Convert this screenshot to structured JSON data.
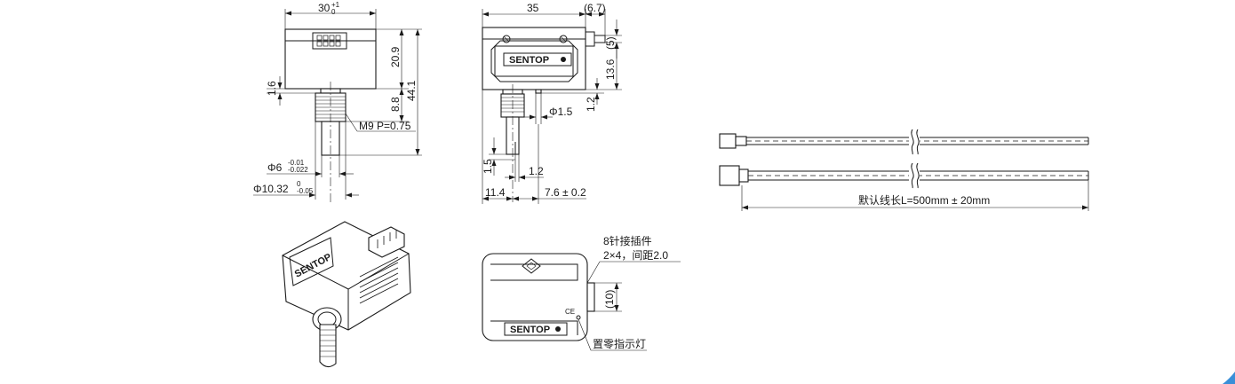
{
  "brand": "SENTOP",
  "front_view": {
    "width_label": "30",
    "width_tol_upper": "+1",
    "width_tol_lower": "0",
    "height_body": "20.9",
    "height_total": "44.1",
    "collar": "1.6",
    "shaft_len": "8.8",
    "thread": "M9 P=0.75",
    "shaft_dia": "Φ6",
    "shaft_dia_upper": "-0.01",
    "shaft_dia_lower": "-0.022",
    "boss_dia": "Φ10.32",
    "boss_dia_upper": "0",
    "boss_dia_lower": "-0.05"
  },
  "side_view": {
    "width_label": "35",
    "conn_offset": "(6.7)",
    "conn_h": "(5)",
    "conn_pos": "13.6",
    "led_dia": "Φ1.5",
    "led_off": "1.2",
    "flat_len": "1.5",
    "flat_w": "1.2",
    "shaft_pos": "11.4",
    "led_pos": "7.6 ± 0.2"
  },
  "rear_view": {
    "connector_note_line1": "8针接插件",
    "connector_note_line2": "2×4，间距2.0",
    "connector_size": "(10)",
    "led_note": "置零指示灯",
    "ce_mark": "CE"
  },
  "cable": {
    "length_note": "默认线长L=500mm ± 20mm"
  },
  "colors": {
    "line": "#1a1a1a",
    "corner_accent": "#3a8fd8"
  }
}
